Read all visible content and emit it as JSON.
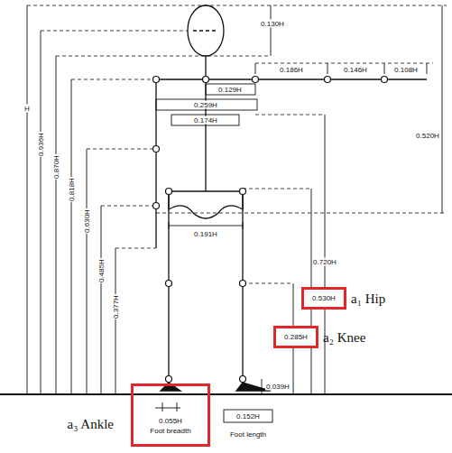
{
  "diagram": {
    "nodes": [
      {
        "text": [
          "0.530H",
          "a₁ Hip"
        ]
      },
      {
        "text": [
          "0.285H",
          "a₂ Knee"
        ]
      },
      {
        "text": [
          "0.055H",
          "Foot breadth",
          "a₃ Ankle"
        ]
      }
    ],
    "labels": [
      "0.130H",
      "H",
      "0.936H",
      "0.870H",
      "0.818H",
      "0.630H",
      "0.485H",
      "0.377H",
      "0.129H",
      "0.186H",
      "0.146H",
      "0.108H",
      "0.520H",
      "0.259H",
      "0.174H",
      "0.191H",
      "0.720H",
      "0.039H",
      "0.152H",
      "Foot length"
    ]
  }
}
